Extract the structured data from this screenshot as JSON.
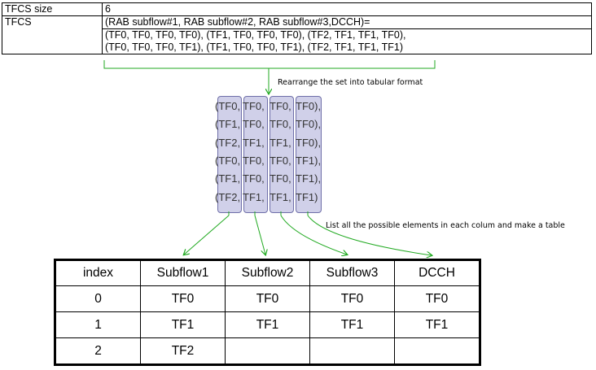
{
  "top_table": {
    "rows": [
      {
        "label": "TFCS size",
        "value": "6"
      },
      {
        "label": "TFCS",
        "value": "(RAB subflow#1, RAB subflow#2, RAB subflow#3,DCCH)="
      },
      {
        "label": "",
        "value": "(TF0, TF0, TF0, TF0), (TF1, TF0, TF0, TF0), (TF2, TF1, TF1, TF0),",
        "value2": "(TF0, TF0, TF0, TF1), (TF1, TF0, TF0, TF1), (TF2, TF1, TF1, TF1)"
      }
    ]
  },
  "notes": {
    "rearrange": "Rearrange the set into tabular format",
    "list": "List all the possible elements in each colum and make a table"
  },
  "tf_rows": [
    [
      "(TF0,",
      "TF0,",
      "TF0,",
      "TF0),"
    ],
    [
      "(TF1,",
      "TF0,",
      "TF0,",
      "TF0),"
    ],
    [
      "(TF2,",
      "TF1,",
      "TF1,",
      "TF0),"
    ],
    [
      "(TF0,",
      "TF0,",
      "TF0,",
      "TF1),"
    ],
    [
      "(TF1,",
      "TF0,",
      "TF0,",
      "TF1),"
    ],
    [
      "(TF2,",
      "TF1,",
      "TF1,",
      "TF1)"
    ]
  ],
  "result_table": {
    "headers": [
      "index",
      "Subflow1",
      "Subflow2",
      "Subflow3",
      "DCCH"
    ],
    "rows": [
      [
        "0",
        "TF0",
        "TF0",
        "TF0",
        "TF0"
      ],
      [
        "1",
        "TF1",
        "TF1",
        "TF1",
        "TF1"
      ],
      [
        "2",
        "TF2",
        "",
        "",
        ""
      ]
    ]
  },
  "colors": {
    "arrow": "#22aa22",
    "column_fill": "#c8c8e6",
    "column_border": "#555599"
  }
}
